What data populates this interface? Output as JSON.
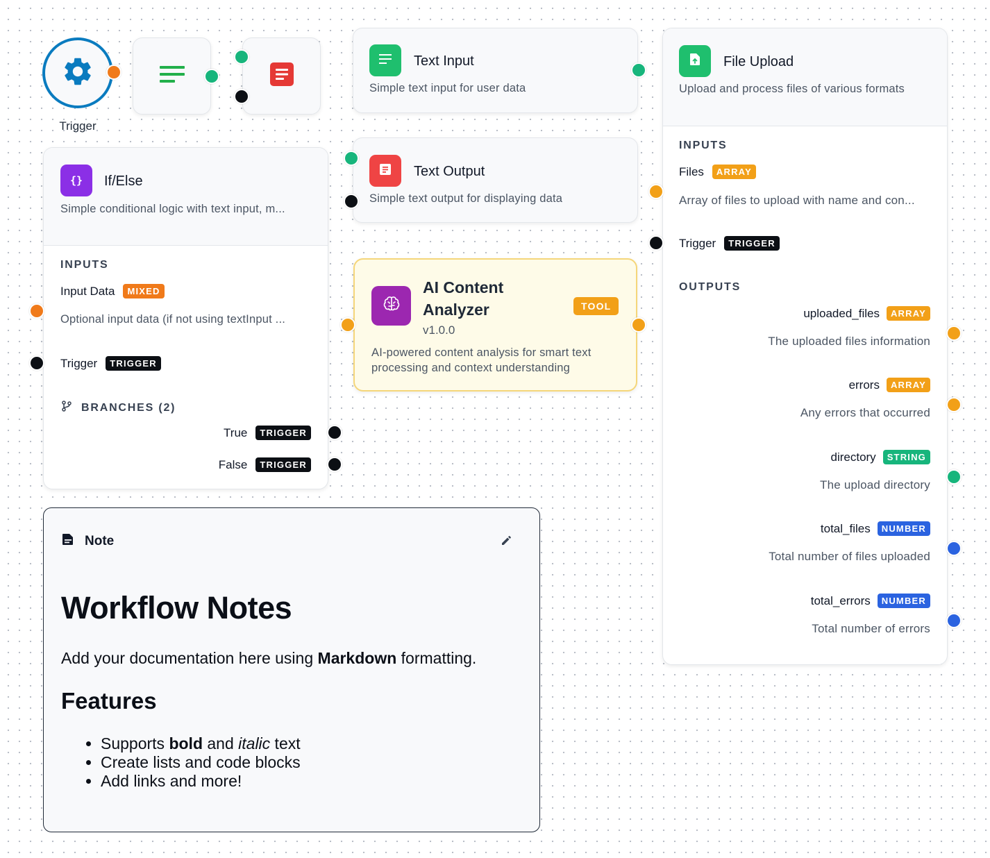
{
  "trigger": {
    "label": "Trigger"
  },
  "text_input": {
    "title": "Text Input",
    "description": "Simple text input for user data"
  },
  "text_output": {
    "title": "Text Output",
    "description": "Simple text output for displaying data"
  },
  "ifelse": {
    "title": "If/Else",
    "description": "Simple conditional logic with text input, m...",
    "inputs_label": "INPUTS",
    "input_data_label": "Input Data",
    "input_data_badge": "MIXED",
    "input_data_desc": "Optional input data (if not using textInput ...",
    "trigger_label": "Trigger",
    "trigger_badge": "TRIGGER",
    "branches_label": "BRANCHES (2)",
    "branches": [
      {
        "label": "True",
        "badge": "TRIGGER"
      },
      {
        "label": "False",
        "badge": "TRIGGER"
      }
    ]
  },
  "ai_analyzer": {
    "title_line1": "AI Content",
    "title_line2": "Analyzer",
    "version": "v1.0.0",
    "badge": "TOOL",
    "description_line1": "AI-powered content analysis for smart text",
    "description_line2": "processing and context understanding"
  },
  "file_upload": {
    "title": "File Upload",
    "description": "Upload and process files of various formats",
    "inputs_label": "INPUTS",
    "files_label": "Files",
    "files_badge": "ARRAY",
    "files_desc": "Array of files to upload with name and con...",
    "trigger_label": "Trigger",
    "trigger_badge": "TRIGGER",
    "outputs_label": "OUTPUTS",
    "outputs": [
      {
        "name": "uploaded_files",
        "badge": "ARRAY",
        "desc": "The uploaded files information",
        "color": "#f2a018"
      },
      {
        "name": "errors",
        "badge": "ARRAY",
        "desc": "Any errors that occurred",
        "color": "#f2a018"
      },
      {
        "name": "directory",
        "badge": "STRING",
        "desc": "The upload directory",
        "color": "#17b57c"
      },
      {
        "name": "total_files",
        "badge": "NUMBER",
        "desc": "Total number of files uploaded",
        "color": "#2b63e0"
      },
      {
        "name": "total_errors",
        "badge": "NUMBER",
        "desc": "Total number of errors",
        "color": "#2b63e0"
      }
    ]
  },
  "note": {
    "header": "Note",
    "heading": "Workflow Notes",
    "para_before": "Add your documentation here using ",
    "para_bold": "Markdown",
    "para_after": " formatting.",
    "subheading": "Features",
    "list": [
      {
        "before": "Supports ",
        "bold": "bold",
        "mid": " and ",
        "italic": "italic",
        "after": " text"
      },
      {
        "text": "Create lists and code blocks"
      },
      {
        "text": "Add links and more!"
      }
    ]
  },
  "icons": {
    "trigger": "gear-icon",
    "text_input": "lines-icon",
    "text_output": "document-icon",
    "ifelse": "braces-icon",
    "ai_analyzer": "brain-icon",
    "file_upload": "file-upload-icon",
    "note": "note-icon",
    "edit": "pencil-icon",
    "branches": "git-branch-icon"
  },
  "colors": {
    "green": "#17b57c",
    "red": "#ef4444",
    "purple": "#7c3aed",
    "magenta": "#9c27b0",
    "orange": "#f07a1a",
    "amber": "#f2a018",
    "blue": "#2b63e0",
    "trigger_ring": "#0a7bbf"
  }
}
